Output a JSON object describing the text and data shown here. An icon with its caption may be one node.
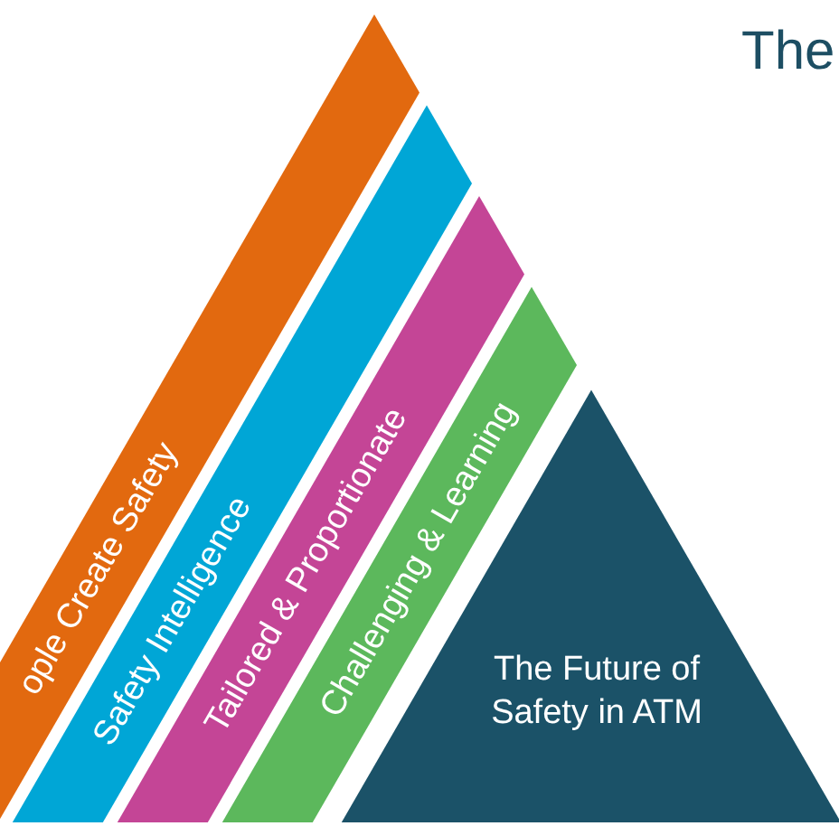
{
  "diagram": {
    "title": "The",
    "nodes": [
      {
        "text": [
          "ople Create Safety"
        ]
      },
      {
        "text": [
          "Safety Intelligence"
        ]
      },
      {
        "text": [
          "Tailored & Proportionate"
        ]
      },
      {
        "text": [
          "Challenging & Learning"
        ]
      },
      {
        "text": [
          "The Future of Safety in ATM"
        ]
      }
    ],
    "edges": []
  }
}
